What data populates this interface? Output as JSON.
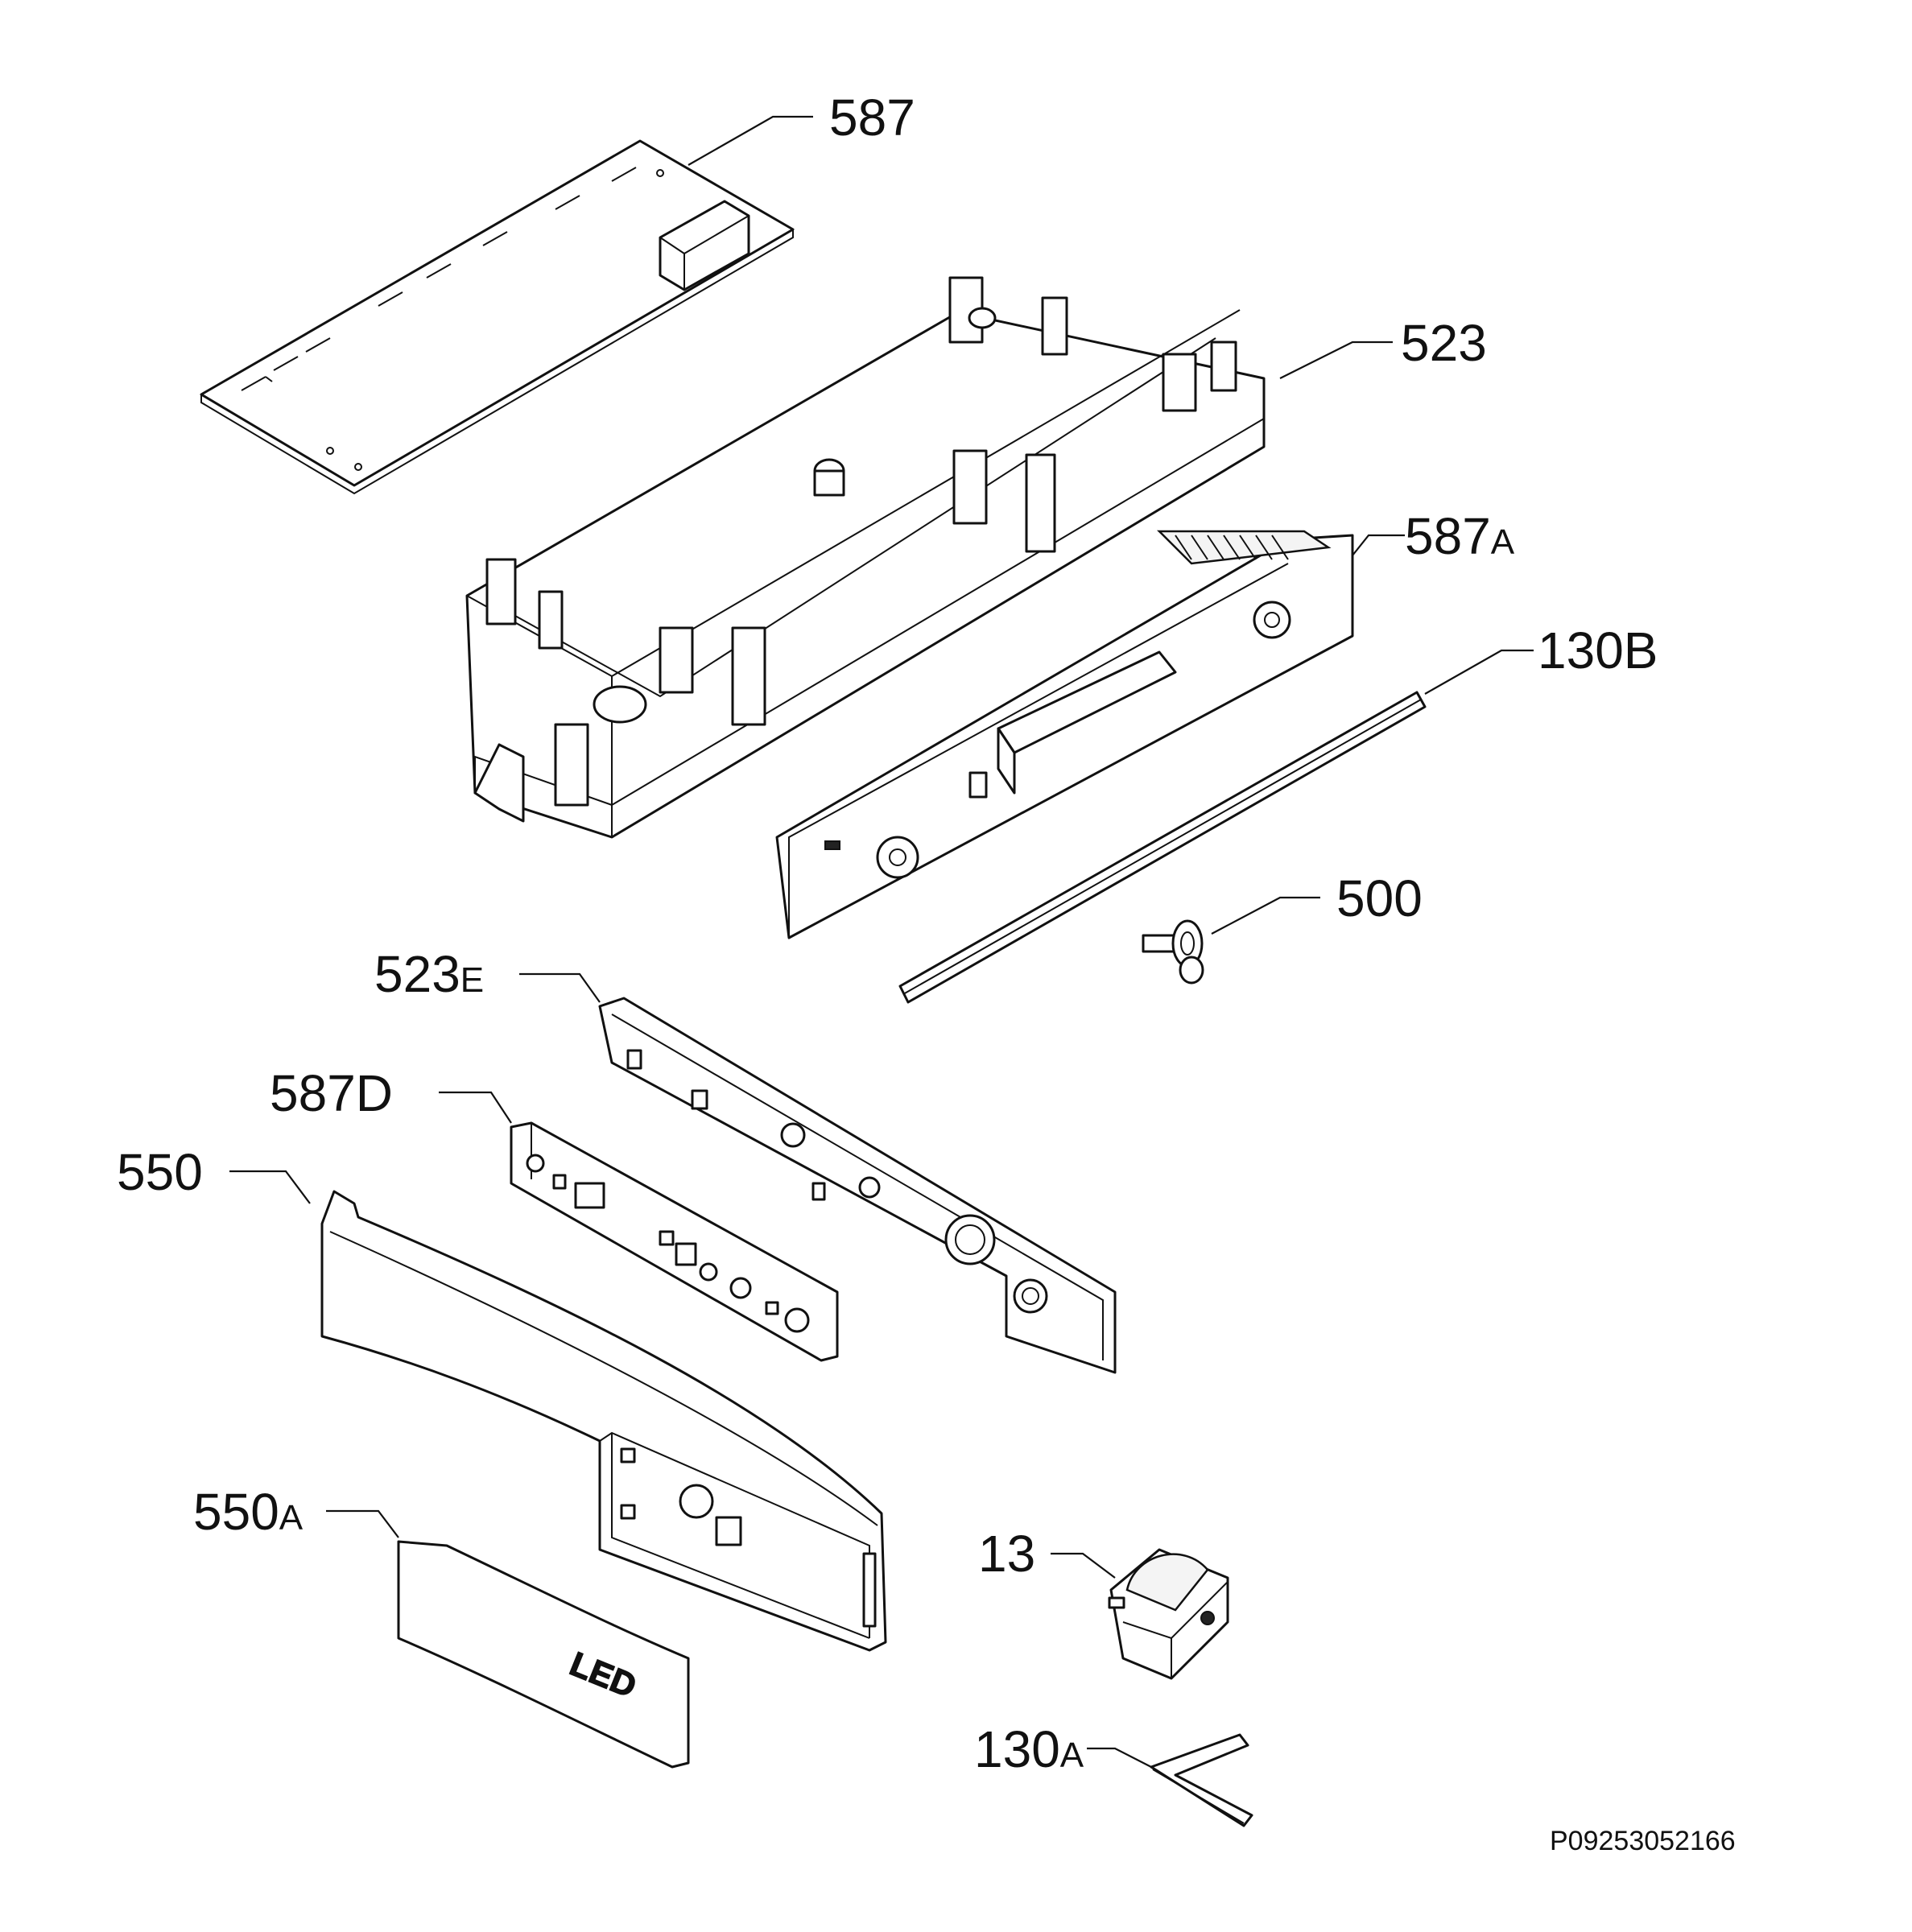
{
  "labels": {
    "l587": "587",
    "l523": "523",
    "l587A_num": "587",
    "l587A_suf": "A",
    "l130B": "130B",
    "l500": "500",
    "l523E_num": "523",
    "l523E_suf": "E",
    "l587D": "587D",
    "l550": "550",
    "l550A_num": "550",
    "l550A_suf": "A",
    "l13": "13",
    "l130A_num": "130",
    "l130A_suf": "A"
  },
  "embossed_text": "LED",
  "drawing_code": "P09253052166"
}
